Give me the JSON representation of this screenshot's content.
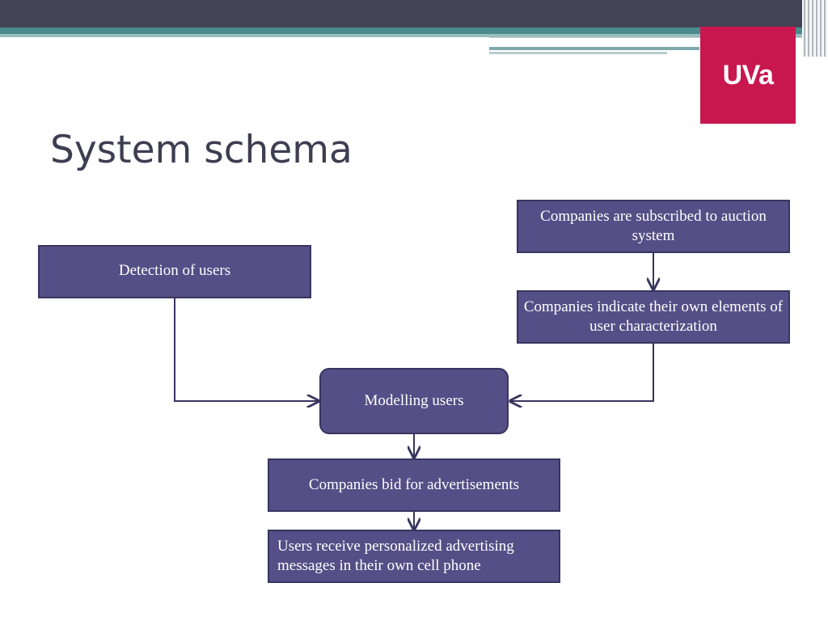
{
  "slide": {
    "title": "System schema",
    "logo_text": "UVa",
    "accent_colors": {
      "header_bar": "#434356",
      "teal": "#4a8b8d",
      "logo_bg": "#c8174f",
      "box_fill": "#544f86",
      "box_border": "#38355f"
    }
  },
  "diagram": {
    "nodes": {
      "detection": "Detection of users",
      "subscribed": "Companies are subscribed to auction system",
      "characterization": "Companies indicate their own elements of user characterization",
      "modelling": "Modelling users",
      "bid": "Companies bid for advertisements",
      "receive": "Users receive personalized advertising messages in their own cell phone"
    },
    "edges": [
      {
        "from": "detection",
        "to": "modelling"
      },
      {
        "from": "subscribed",
        "to": "characterization"
      },
      {
        "from": "characterization",
        "to": "modelling"
      },
      {
        "from": "modelling",
        "to": "bid"
      },
      {
        "from": "bid",
        "to": "receive"
      }
    ]
  }
}
